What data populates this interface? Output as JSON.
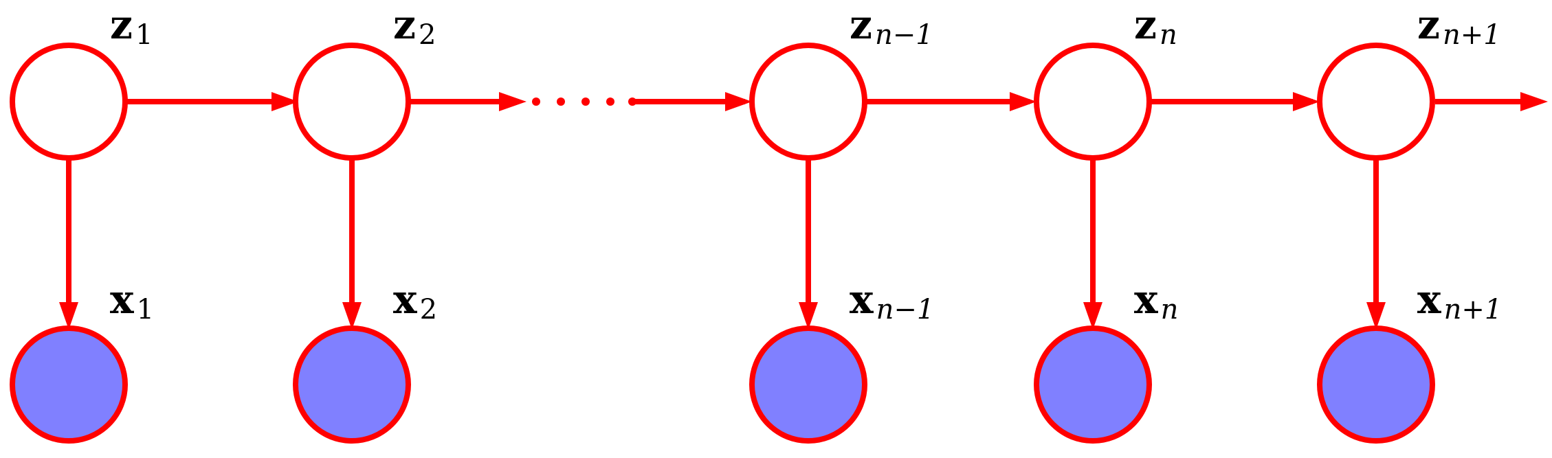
{
  "colors": {
    "edge": "#ff0000",
    "hidden_fill": "#ffffff",
    "observed_fill": "#8080ff",
    "label": "#000000"
  },
  "hidden_nodes": [
    {
      "id": "z1",
      "label_main": "z",
      "label_sub": "1"
    },
    {
      "id": "z2",
      "label_main": "z",
      "label_sub": "2"
    },
    {
      "id": "zn-1",
      "label_main": "z",
      "label_sub": "n−1"
    },
    {
      "id": "zn",
      "label_main": "z",
      "label_sub": "n"
    },
    {
      "id": "zn+1",
      "label_main": "z",
      "label_sub": "n+1"
    }
  ],
  "observed_nodes": [
    {
      "id": "x1",
      "label_main": "x",
      "label_sub": "1"
    },
    {
      "id": "x2",
      "label_main": "x",
      "label_sub": "2"
    },
    {
      "id": "xn-1",
      "label_main": "x",
      "label_sub": "n−1"
    },
    {
      "id": "xn",
      "label_main": "x",
      "label_sub": "n"
    },
    {
      "id": "xn+1",
      "label_main": "x",
      "label_sub": "n+1"
    }
  ],
  "ellipsis": "· · ·"
}
